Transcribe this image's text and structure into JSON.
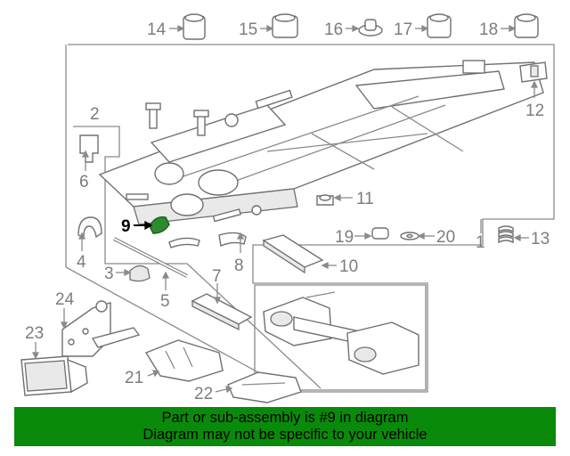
{
  "callouts": {
    "c1": "1",
    "c2": "2",
    "c3": "3",
    "c4": "4",
    "c5": "5",
    "c6": "6",
    "c7": "7",
    "c8": "8",
    "c9": "9",
    "c10": "10",
    "c11": "11",
    "c12": "12",
    "c13": "13",
    "c14": "14",
    "c15": "15",
    "c16": "16",
    "c17": "17",
    "c18": "18",
    "c19": "19",
    "c20": "20",
    "c21": "21",
    "c22": "22",
    "c23": "23",
    "c24": "24"
  },
  "highlighted_part": "9",
  "colors": {
    "banner": "#0a8a0a",
    "highlight": "#2f8a2f",
    "line": "#8a8a8a"
  },
  "banner": {
    "line1": "Part or sub-assembly is #9 in diagram",
    "line2": "Diagram may not be specific to your vehicle"
  }
}
